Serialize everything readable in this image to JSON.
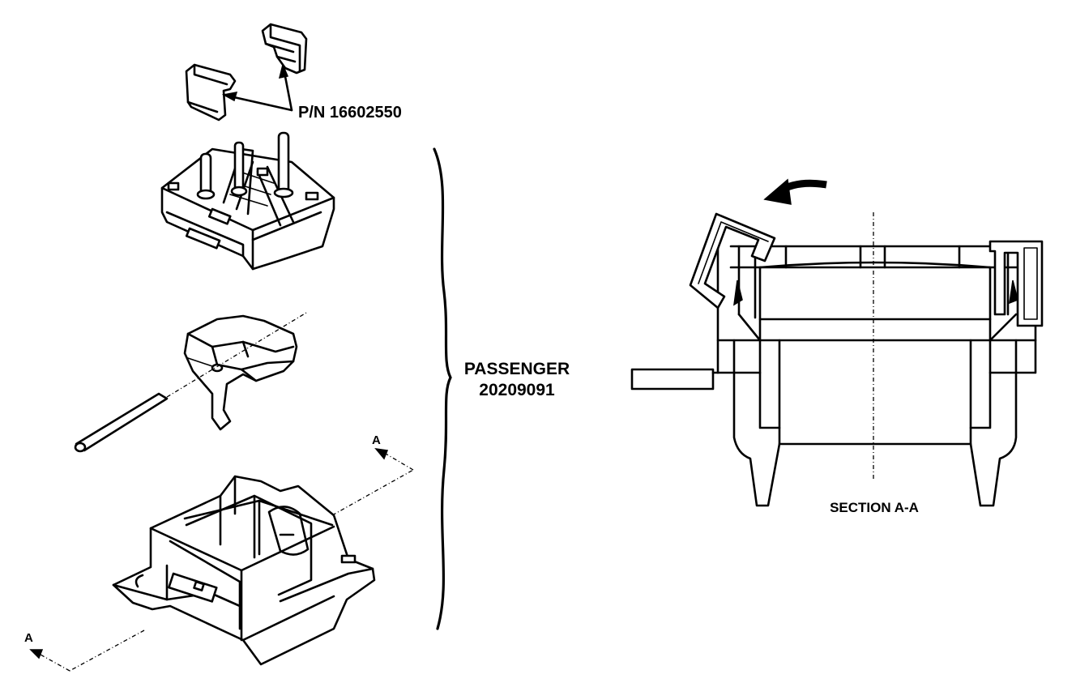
{
  "labels": {
    "part_number": "P/N 16602550",
    "passenger_line1": "PASSENGER",
    "passenger_line2": "20209091",
    "section": "SECTION A-A",
    "view_marker_upper": "A",
    "view_marker_lower": "A"
  },
  "colors": {
    "ink": "#000000",
    "paper": "#ffffff"
  }
}
